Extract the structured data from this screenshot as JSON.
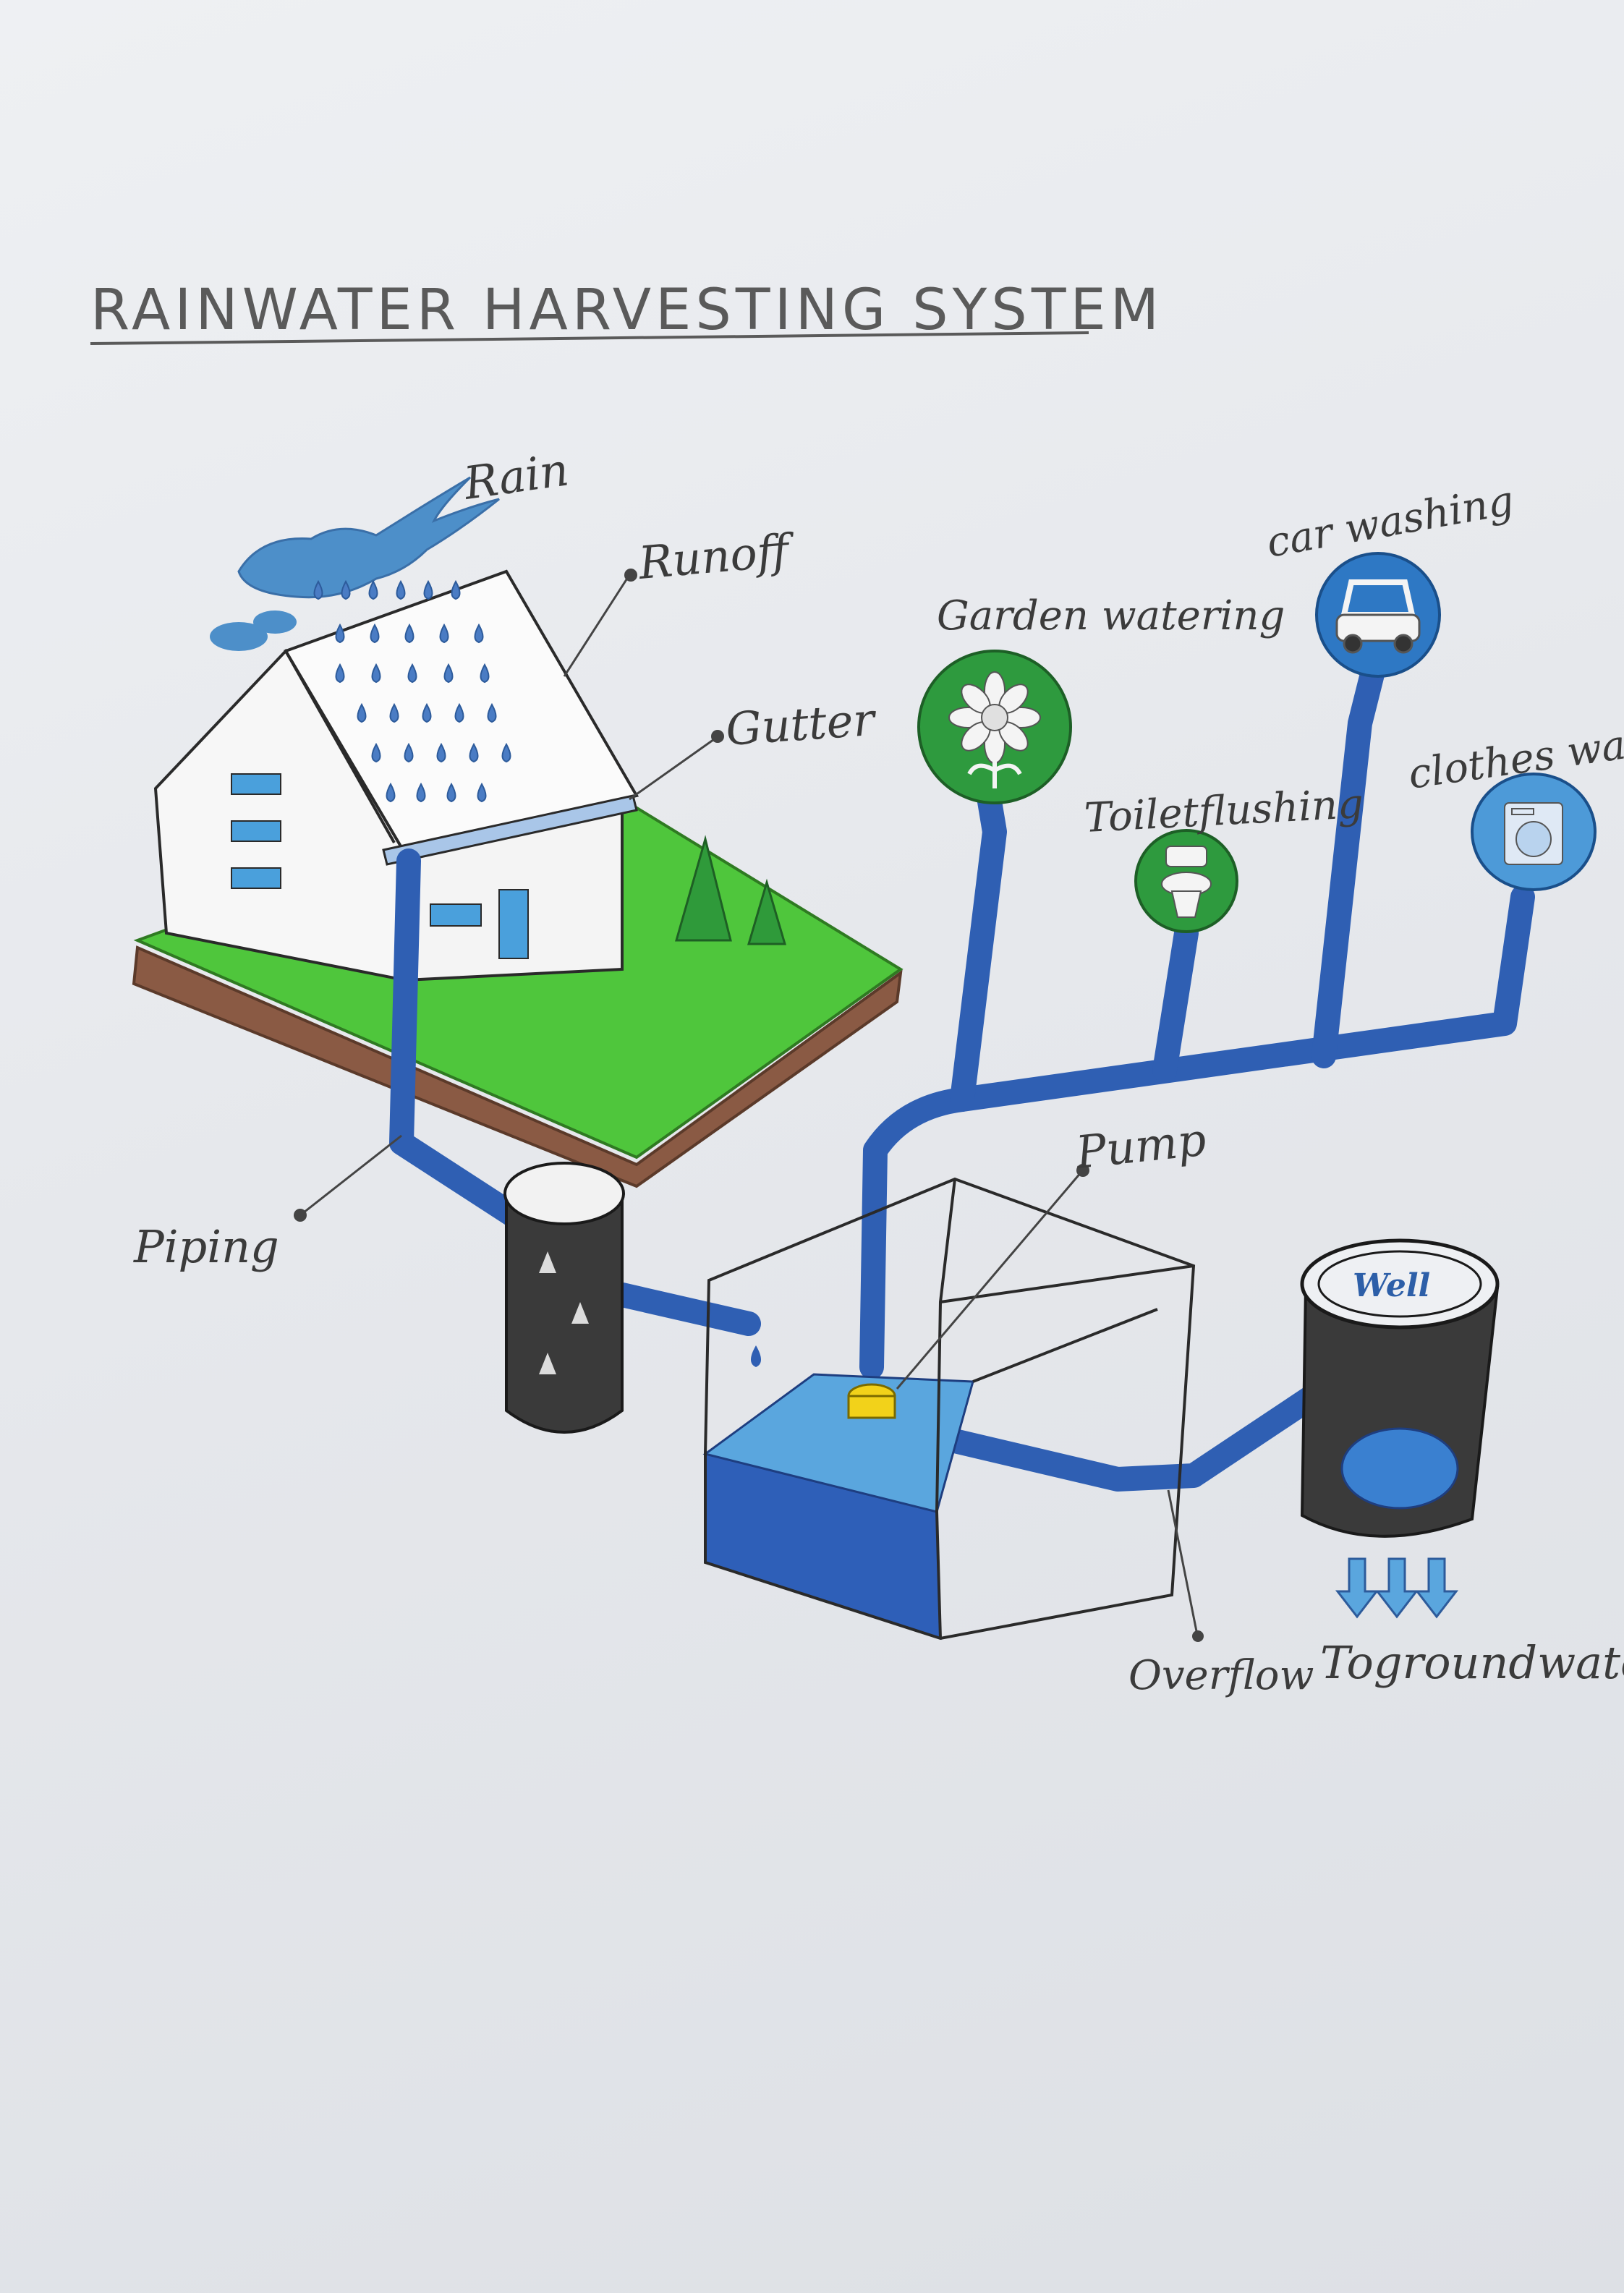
{
  "title": "RAINWATER HARVESTING SYSTEM",
  "labels": {
    "rain": "Rain",
    "runoff": "Runoff",
    "gutter": "Gutter",
    "piping": "Piping",
    "pump": "Pump",
    "overflow": "Overflow",
    "to_groundwater": "Togroundwate",
    "well": "Well"
  },
  "uses": {
    "garden_watering": "Garden watering",
    "toilet_flushing": "Toiletflushing",
    "car_washing": "car washing",
    "clothes_washing": "clothes washi"
  },
  "icons": {
    "garden": "flower-icon",
    "toilet": "toilet-icon",
    "car": "car-icon",
    "clothes": "washing-machine-icon"
  },
  "colors": {
    "pipe": "#2f5fb3",
    "rain_cloud": "#4d8fc9",
    "grass": "#4fc63c",
    "use_circle_green": "#2e9a3e",
    "use_circle_blue": "#2e78c4",
    "tank_water": "#3a7bd0",
    "filter_drum": "#3a3a3a",
    "soil": "#8a5a44"
  }
}
